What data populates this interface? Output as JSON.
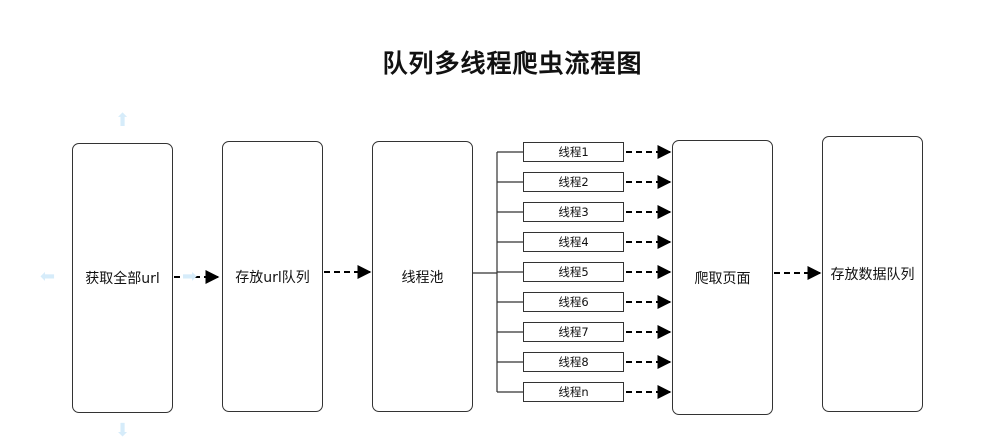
{
  "title": "队列多线程爬虫流程图",
  "nodes": {
    "get_urls": "获取全部url",
    "url_queue": "存放url队列",
    "thread_pool": "线程池",
    "crawl_page": "爬取页面",
    "data_queue": "存放数据队列"
  },
  "threads": [
    "线程1",
    "线程2",
    "线程3",
    "线程4",
    "线程5",
    "线程6",
    "线程7",
    "线程8",
    "线程n"
  ],
  "colors": {
    "stroke": "#333333",
    "arrow": "#000000",
    "hint": "#d6ecfa"
  }
}
